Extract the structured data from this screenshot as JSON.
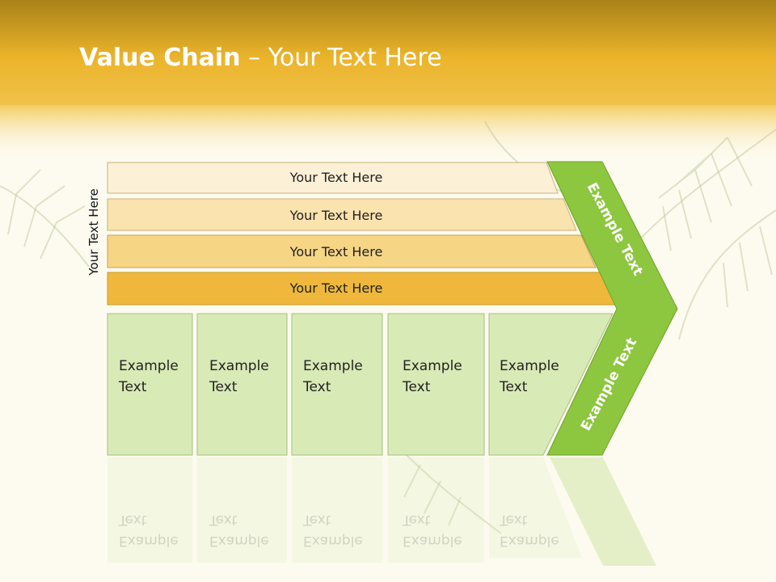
{
  "slide": {
    "title_bold": "Value Chain",
    "title_rest": " – Your Text Here",
    "vertical_label": "Your Text Here"
  },
  "bars": [
    {
      "label": "Your Text Here",
      "color": "#fcf0d6"
    },
    {
      "label": "Your Text Here",
      "color": "#fae3ae"
    },
    {
      "label": "Your Text Here",
      "color": "#f6d585"
    },
    {
      "label": "Your Text Here",
      "color": "#efb83c"
    }
  ],
  "boxes": [
    {
      "line1": "Example",
      "line2": "Text"
    },
    {
      "line1": "Example",
      "line2": "Text"
    },
    {
      "line1": "Example",
      "line2": "Text"
    },
    {
      "line1": "Example",
      "line2": "Text"
    },
    {
      "line1": "Example",
      "line2": "Text"
    }
  ],
  "arrow": {
    "upper_text": "Example Text",
    "lower_text": "Example Text",
    "color": "#8dc63f"
  },
  "colors": {
    "header_gold": "#e8b12a",
    "box_green": "#d8eab6",
    "box_border": "#a8bf84"
  }
}
